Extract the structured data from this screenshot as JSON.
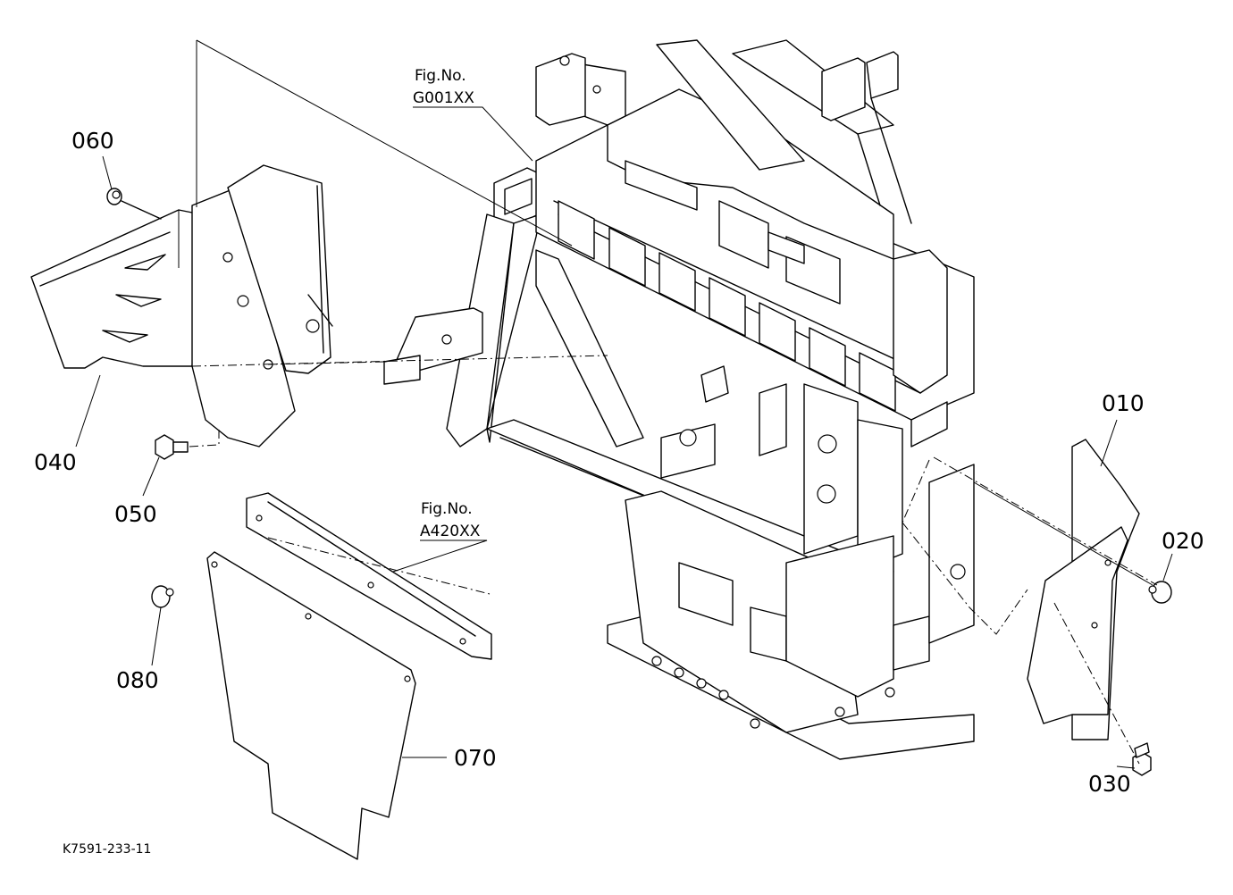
{
  "callouts": {
    "p010": "010",
    "p020": "020",
    "p030": "030",
    "p040": "040",
    "p050": "050",
    "p060": "060",
    "p070": "070",
    "p080": "080"
  },
  "figure_refs": {
    "g001": {
      "line1": "Fig.No.",
      "line2": "G001XX"
    },
    "a420": {
      "line1": "Fig.No.",
      "line2": "A420XX"
    }
  },
  "drawing_code": "K7591-233-11"
}
